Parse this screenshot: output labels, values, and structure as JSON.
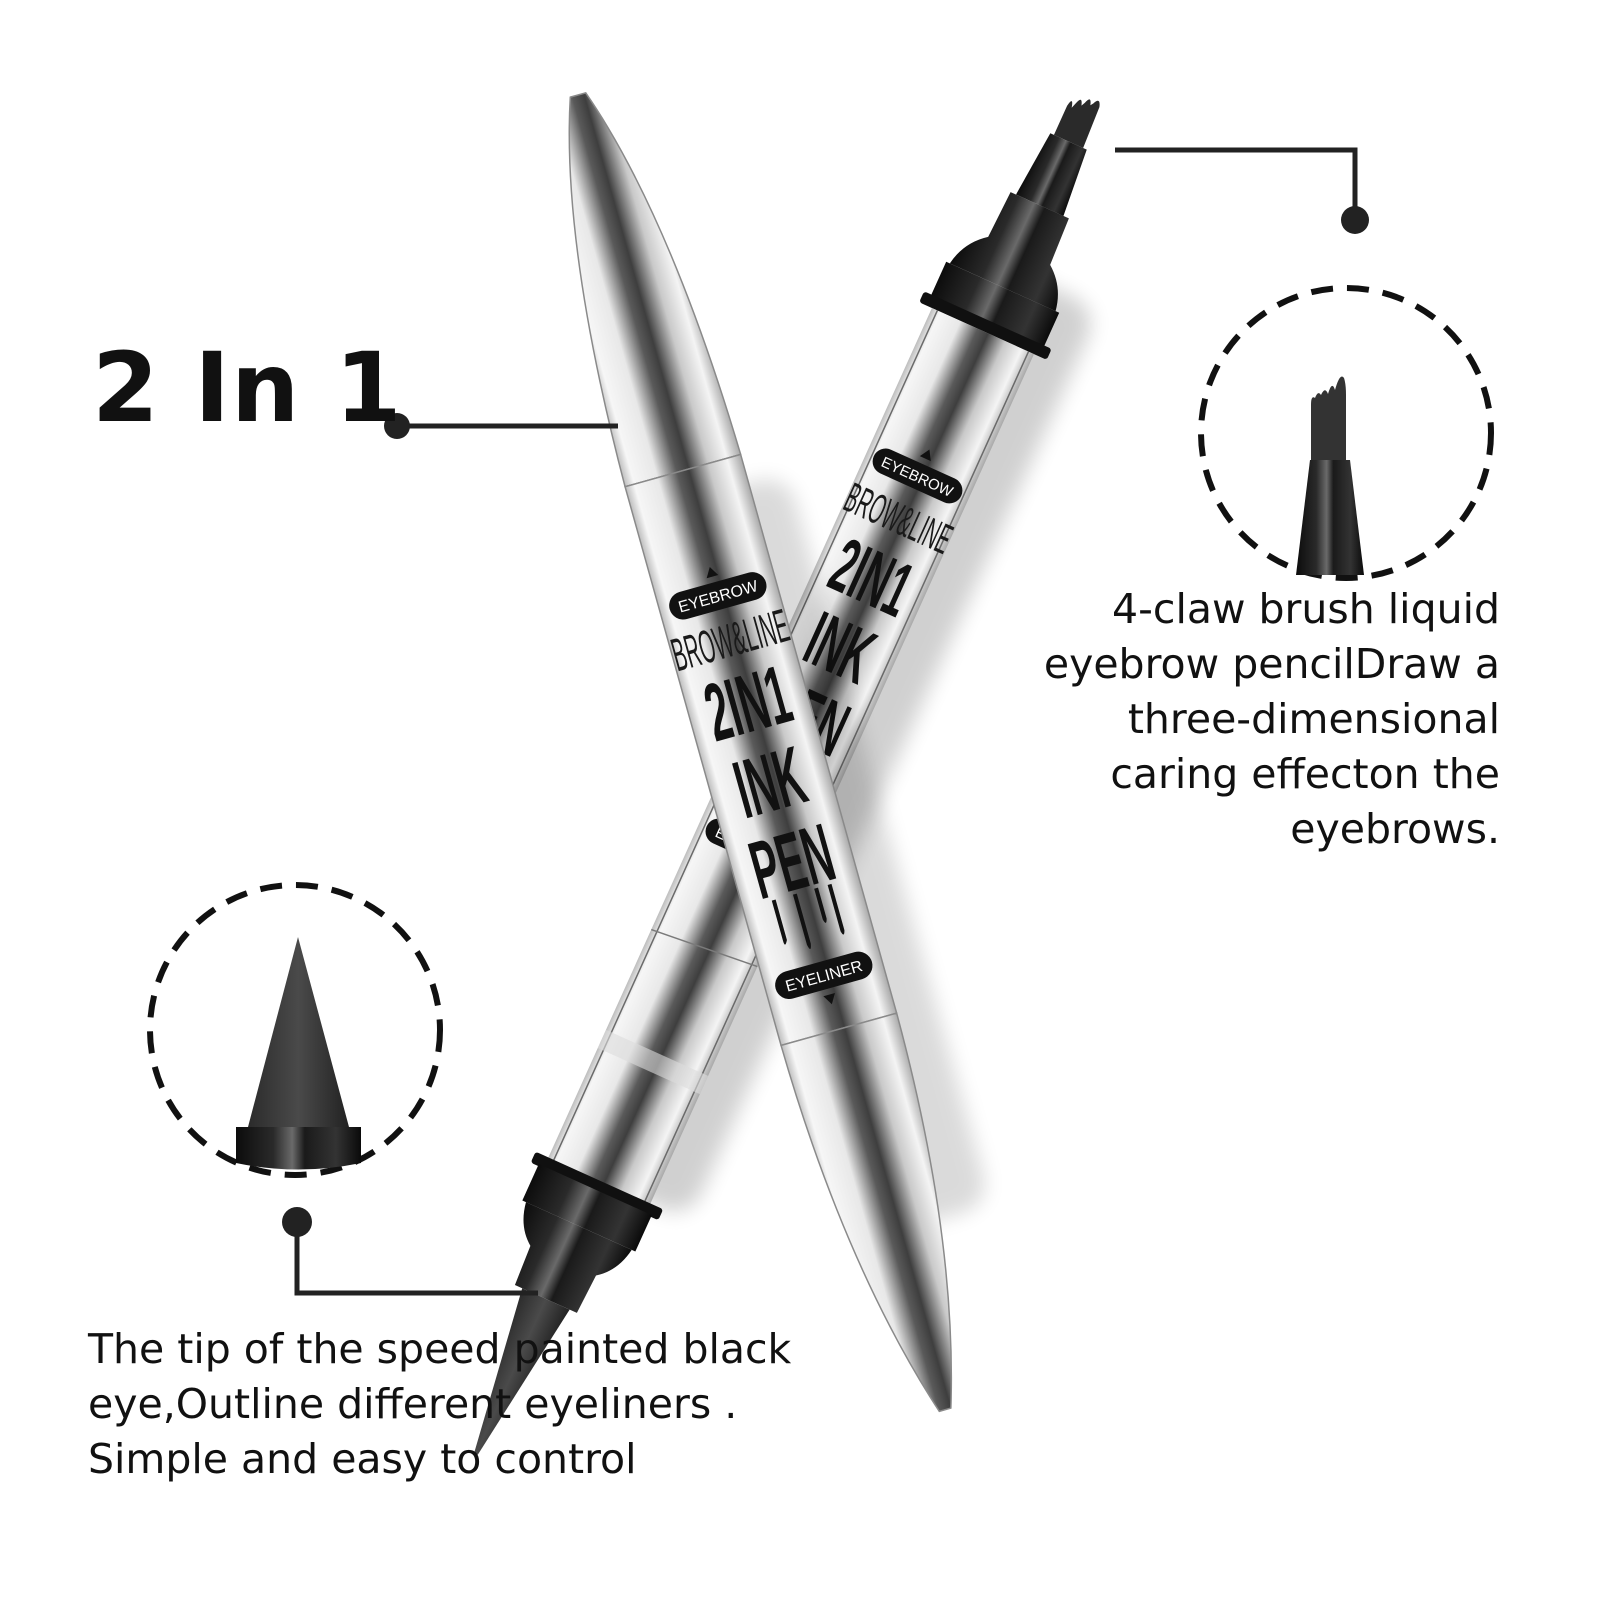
{
  "headline": "2 In 1",
  "pen_labels": {
    "top_badge": "EYEBROW",
    "bottom_badge": "EYELINER",
    "brand_line": "BROW&LINE",
    "title_lines": [
      "2IN1",
      "INK",
      "PEN"
    ]
  },
  "callouts": {
    "eyebrow": {
      "lines": [
        "4-claw brush liquid",
        "eyebrow pencilDraw a",
        "three-dimensional",
        "caring effecton the",
        "eyebrows."
      ],
      "detail_icon": "four-claw-brush-tip"
    },
    "eyeliner": {
      "lines": [
        "The tip of the speed painted black",
        "eye,Outline different eyeliners .",
        "Simple and easy to control"
      ],
      "detail_icon": "cone-eyeliner-tip"
    }
  },
  "colors": {
    "background": "#ffffff",
    "text": "#111111",
    "callout_line": "#222222",
    "silver_light": "#f4f4f4",
    "silver_dark": "#3a3a3a",
    "tip_black": "#1a1a1a"
  }
}
